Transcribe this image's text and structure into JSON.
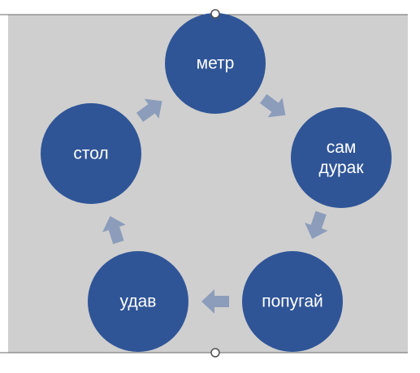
{
  "diagram": {
    "type": "cycle",
    "colors": {
      "background": "#cfcfcf",
      "node_fill": "#2f5597",
      "arrow_fill": "#8c9dbb",
      "frame_line": "#6a6a6a",
      "handle_stroke": "#505050",
      "handle_fill": "#ffffff"
    },
    "nodes": [
      {
        "id": "metr",
        "lines": [
          "метр"
        ]
      },
      {
        "id": "sam-durak",
        "lines": [
          "сам",
          "дурак"
        ]
      },
      {
        "id": "popugay",
        "lines": [
          "попугай"
        ]
      },
      {
        "id": "udav",
        "lines": [
          "удав"
        ]
      },
      {
        "id": "stol",
        "lines": [
          "стол"
        ]
      }
    ],
    "edges": [
      {
        "from": "metr",
        "to": "sam-durak"
      },
      {
        "from": "sam-durak",
        "to": "popugay"
      },
      {
        "from": "popugay",
        "to": "udav"
      },
      {
        "from": "udav",
        "to": "stol"
      },
      {
        "from": "stol",
        "to": "metr"
      }
    ],
    "selection_handles": [
      "top",
      "bottom"
    ]
  }
}
